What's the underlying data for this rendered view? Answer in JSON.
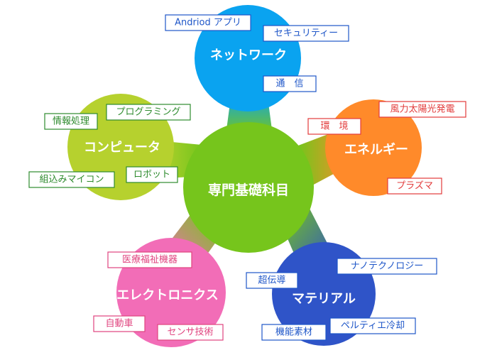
{
  "center": {
    "label": "専門基礎科目",
    "color": "#76C51C"
  },
  "petals": [
    {
      "id": "network",
      "label": "ネットワーク",
      "color": "#0AA3F0",
      "tags": [
        "Andriod アプリ",
        "セキュリティー",
        "通　信"
      ]
    },
    {
      "id": "energy",
      "label": "エネルギー",
      "color": "#FF8A2A",
      "tags": [
        "風力太陽光発電",
        "環　境",
        "プラズマ"
      ]
    },
    {
      "id": "material",
      "label": "マテリアル",
      "color": "#2F54C8",
      "tags": [
        "ナノテクノロジー",
        "超伝導",
        "機能素材",
        "ペルティエ冷却"
      ]
    },
    {
      "id": "electronics",
      "label": "エレクトロニクス",
      "color": "#F26DB7",
      "tags": [
        "医療福祉機器",
        "自動車",
        "センサ技術"
      ]
    },
    {
      "id": "computer",
      "label": "コンピュータ",
      "color": "#B6D12E",
      "tags": [
        "プログラミング",
        "情報処理",
        "ロボット",
        "組込みマイコン"
      ]
    }
  ],
  "tag_colors": {
    "network": "#1E56C8",
    "energy": "#E23B3B",
    "material": "#1E56C8",
    "electronics": "#E0447F",
    "computer": "#2E8B2E"
  }
}
